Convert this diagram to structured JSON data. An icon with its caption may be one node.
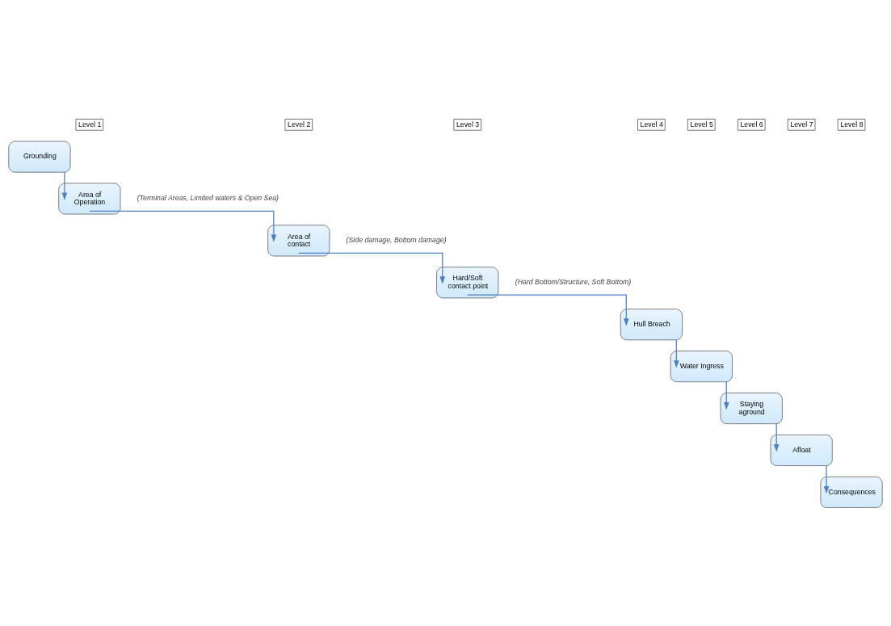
{
  "diagram": {
    "nodes": [
      {
        "text": [
          "Level 1"
        ]
      },
      {
        "text": [
          "Level 2"
        ]
      },
      {
        "text": [
          "Level 3"
        ]
      },
      {
        "text": [
          "Level 4"
        ]
      },
      {
        "text": [
          "Level 5"
        ]
      },
      {
        "text": [
          "Level 6"
        ]
      },
      {
        "text": [
          "Level 7"
        ]
      },
      {
        "text": [
          "Level 8"
        ]
      },
      {
        "text": [
          "Grounding"
        ]
      },
      {
        "text": [
          "Area of Operation"
        ],
        "beside": [
          "(Terminal Areas, Limited waters & Open Sea)"
        ]
      },
      {
        "text": [
          "Area of contact"
        ],
        "beside": [
          "(Side damage, Bottom damage)"
        ]
      },
      {
        "text": [
          "Hard/Soft contact point"
        ],
        "beside": [
          "(Hard Bottom/Structure, Soft Bottom)"
        ]
      },
      {
        "text": [
          "Hull Breach"
        ]
      },
      {
        "text": [
          "Water Ingress"
        ]
      },
      {
        "text": [
          "Staying aground"
        ]
      },
      {
        "text": [
          "Afloat"
        ]
      },
      {
        "text": [
          "Consequences"
        ]
      }
    ],
    "edges": [
      {
        "from": 8,
        "to": 9,
        "arrow": "to"
      },
      {
        "from": 9,
        "to": 10,
        "arrow": "to"
      },
      {
        "from": 10,
        "to": 11,
        "arrow": "to"
      },
      {
        "from": 11,
        "to": 12,
        "arrow": "to"
      },
      {
        "from": 12,
        "to": 13,
        "arrow": "to"
      },
      {
        "from": 13,
        "to": 14,
        "arrow": "to"
      },
      {
        "from": 14,
        "to": 15,
        "arrow": "to"
      },
      {
        "from": 15,
        "to": 16,
        "arrow": "to"
      }
    ]
  }
}
